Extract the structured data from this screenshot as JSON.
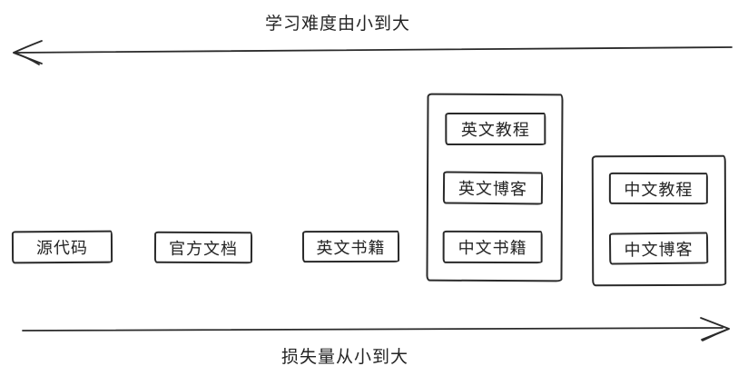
{
  "canvas": {
    "background": "#ffffff",
    "ink_color": "#2a2a2a"
  },
  "top_axis": {
    "label": "学习难度由小到大",
    "direction": "left"
  },
  "bottom_axis": {
    "label": "损失量从小到大",
    "direction": "right"
  },
  "nodes": [
    {
      "id": "source-code",
      "label": "源代码"
    },
    {
      "id": "official-docs",
      "label": "官方文档"
    },
    {
      "id": "english-books",
      "label": "英文书籍"
    }
  ],
  "groups": [
    {
      "id": "group-english-chinese-mix",
      "items": [
        {
          "label": "英文教程"
        },
        {
          "label": "英文博客"
        },
        {
          "label": "中文书籍"
        }
      ]
    },
    {
      "id": "group-chinese",
      "items": [
        {
          "label": "中文教程"
        },
        {
          "label": "中文博客"
        }
      ]
    }
  ]
}
